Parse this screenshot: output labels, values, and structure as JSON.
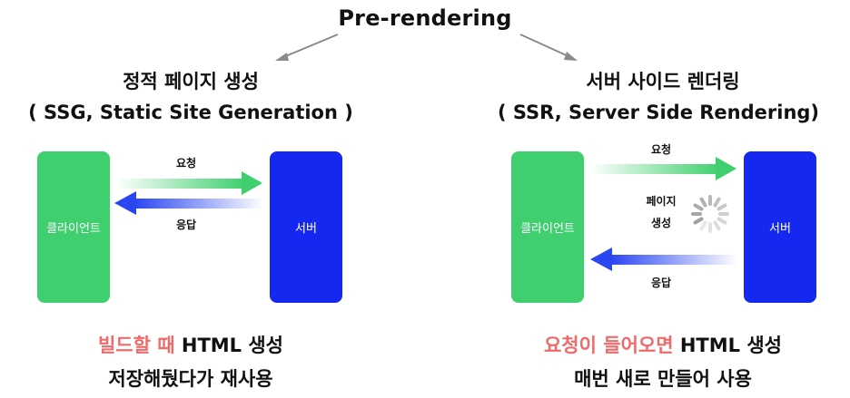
{
  "title": "Pre-rendering",
  "colors": {
    "client": "#3fcf6e",
    "server": "#1428f0",
    "accent": "#ee6b6b",
    "request_arrow": "#3fcf6e",
    "response_arrow": "#2a46f0",
    "pointer_arrow": "#8a8a8a"
  },
  "left": {
    "heading_line1": "정적 페이지 생성",
    "heading_line2": "( SSG, Static Site Generation )",
    "client_label": "클라이언트",
    "server_label": "서버",
    "request_label": "요청",
    "response_label": "응답",
    "bottom_accent": "빌드할 때",
    "bottom_rest": " HTML 생성",
    "bottom_line2": "저장해뒀다가 재사용"
  },
  "right": {
    "heading_line1": "서버 사이드 렌더링",
    "heading_line2": "( SSR, Server Side Rendering)",
    "client_label": "클라이언트",
    "server_label": "서버",
    "request_label": "요청",
    "process_line1": "페이지",
    "process_line2": "생성",
    "response_label": "응답",
    "bottom_accent": "요청이 들어오면",
    "bottom_rest": " HTML 생성",
    "bottom_line2": "매번 새로 만들어 사용"
  },
  "icons": {
    "loading": "loading-spinner-icon",
    "pointer_left": "arrow-down-left-icon",
    "pointer_right": "arrow-down-right-icon"
  }
}
